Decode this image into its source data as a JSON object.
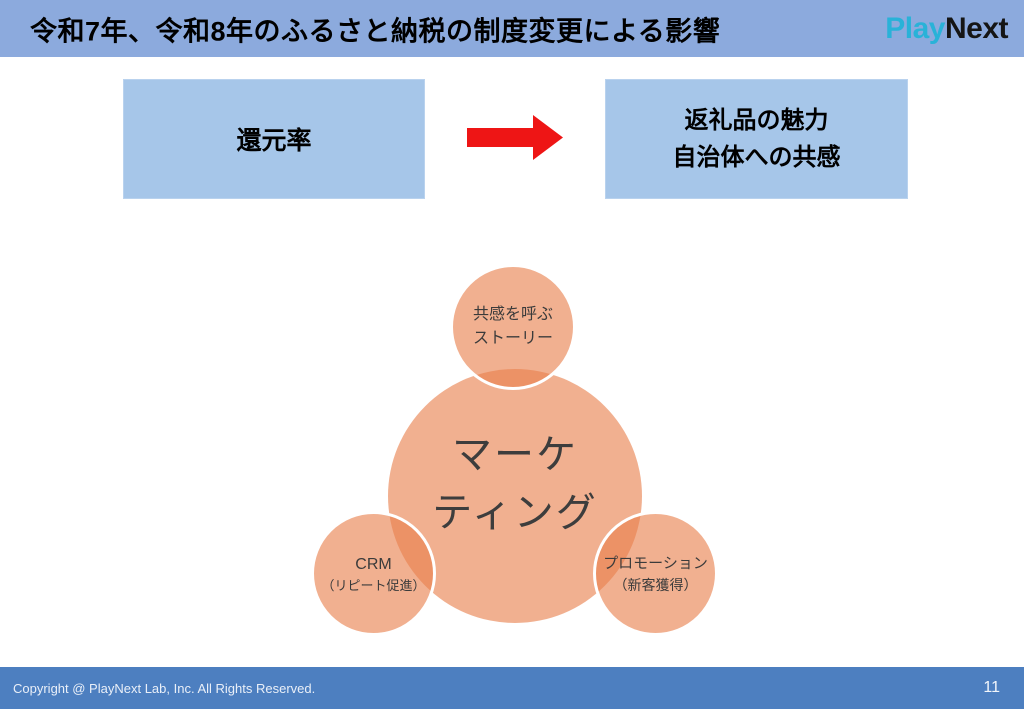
{
  "header": {
    "title": "令和7年、令和8年のふるさと納税の制度変更による影響",
    "bg_color": "#8caadd",
    "logo": {
      "play": "Play",
      "next": "Next",
      "play_color": "#29b2d8",
      "next_color": "#151515"
    }
  },
  "flow": {
    "left_box": {
      "label": "還元率"
    },
    "right_box": {
      "line1": "返礼品の魅力",
      "line2": "自治体への共感"
    },
    "box_color": "#a6c6e9",
    "arrow_color": "#ee1515"
  },
  "venn": {
    "circle_color": "#e87f4c",
    "center_circle": {
      "line1": "マーケ",
      "line2": "ティング"
    },
    "top_circle": {
      "line1": "共感を呼ぶ",
      "line2": "ストーリー"
    },
    "bottom_left_circle": {
      "line1": "CRM",
      "line2": "（リピート促進）"
    },
    "bottom_right_circle": {
      "line1": "プロモーション",
      "line2": "（新客獲得）"
    }
  },
  "footer": {
    "copyright": "Copyright @ PlayNext Lab, Inc. All Rights Reserved.",
    "page_number": "11",
    "bg_color": "#4d7fc0"
  }
}
